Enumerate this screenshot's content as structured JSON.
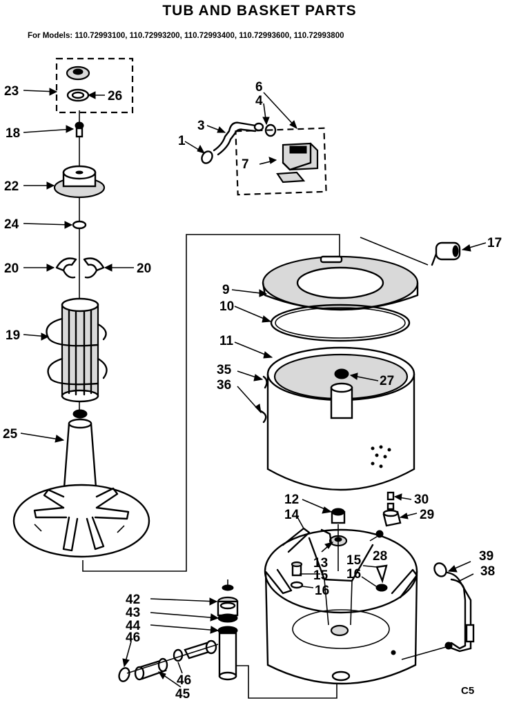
{
  "title": "TUB AND BASKET PARTS",
  "models_line": "For Models: 110.72993100, 110.72993200, 110.72993400, 110.72993600, 110.72993800",
  "corner_code": "C5",
  "callouts": {
    "c1": "1",
    "c3": "3",
    "c4": "4",
    "c6": "6",
    "c7": "7",
    "c9": "9",
    "c10": "10",
    "c11": "11",
    "c12": "12",
    "c13": "13",
    "c14": "14",
    "c15a": "15",
    "c15b": "15",
    "c16a": "16",
    "c16b": "16",
    "c17": "17",
    "c18": "18",
    "c19": "19",
    "c20a": "20",
    "c20b": "20",
    "c22": "22",
    "c23": "23",
    "c24": "24",
    "c25": "25",
    "c26": "26",
    "c27": "27",
    "c28": "28",
    "c29": "29",
    "c30": "30",
    "c35": "35",
    "c36": "36",
    "c38": "38",
    "c39": "39",
    "c42": "42",
    "c43": "43",
    "c44": "44",
    "c45": "45",
    "c46a": "46",
    "c46b": "46"
  }
}
